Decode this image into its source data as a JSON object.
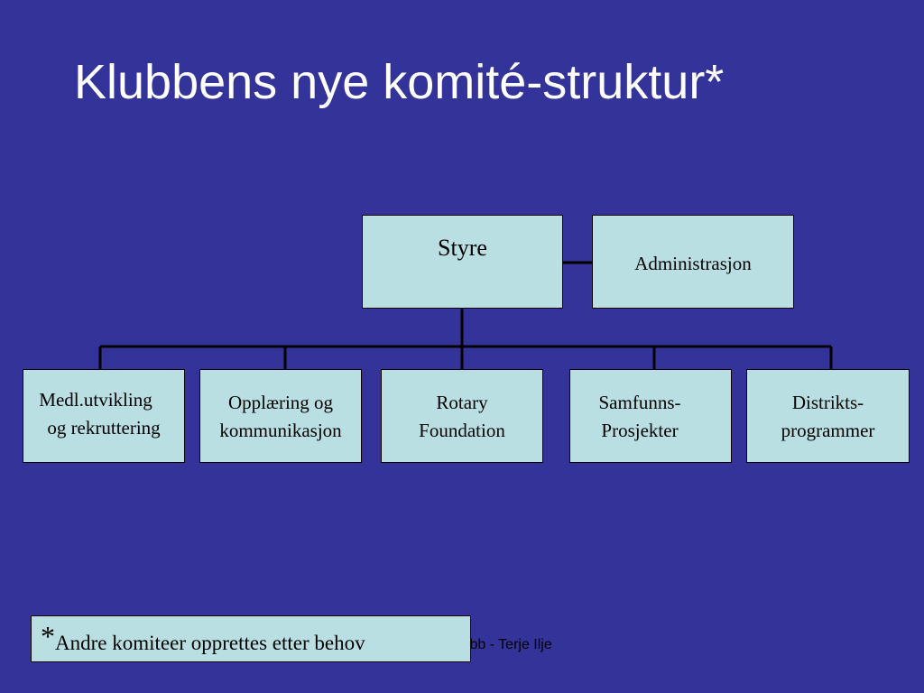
{
  "slide": {
    "title": "Klubbens nye komité-struktur*"
  },
  "org_chart": {
    "top": {
      "styre": "Styre",
      "administrasjon": "Administrasjon"
    },
    "committees": [
      {
        "line1": "Medl.utvikling",
        "line2": "og rekruttering"
      },
      {
        "line1": "Opplæring og",
        "line2": "kommunikasjon"
      },
      {
        "line1": "Rotary",
        "line2": "Foundation"
      },
      {
        "line1": "Samfunns-",
        "line2": "Prosjekter"
      },
      {
        "line1": "Distrikts-",
        "line2": "programmer"
      }
    ]
  },
  "note": {
    "star": "*",
    "text": "Andre komiteer opprettes etter behov"
  },
  "footer": {
    "text": "klubb - Terje Ilje"
  },
  "colors": {
    "background": "#333399",
    "box_fill": "#b9dfe2",
    "line": "#000000",
    "title": "#ffffff"
  }
}
